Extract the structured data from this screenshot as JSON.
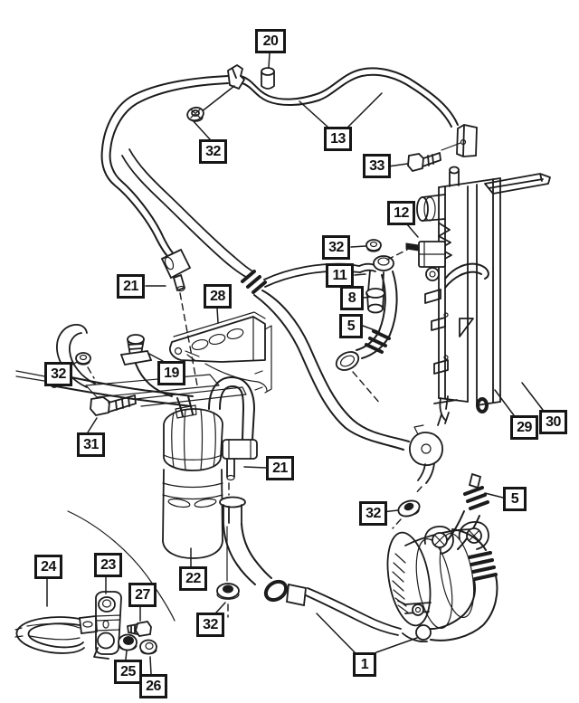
{
  "figure": {
    "type": "exploded-parts-diagram",
    "background_color": "#ffffff",
    "line_color": "#1c1c1c",
    "callout_box_border_color": "#161616",
    "callouts": [
      {
        "name": "callout-20",
        "label": "20"
      },
      {
        "name": "callout-32a",
        "label": "32"
      },
      {
        "name": "callout-13",
        "label": "13"
      },
      {
        "name": "callout-33",
        "label": "33"
      },
      {
        "name": "callout-12",
        "label": "12"
      },
      {
        "name": "callout-32b",
        "label": "32"
      },
      {
        "name": "callout-11",
        "label": "11"
      },
      {
        "name": "callout-8",
        "label": "8"
      },
      {
        "name": "callout-5a",
        "label": "5"
      },
      {
        "name": "callout-21a",
        "label": "21"
      },
      {
        "name": "callout-28",
        "label": "28"
      },
      {
        "name": "callout-32c",
        "label": "32"
      },
      {
        "name": "callout-19",
        "label": "19"
      },
      {
        "name": "callout-31",
        "label": "31"
      },
      {
        "name": "callout-21b",
        "label": "21"
      },
      {
        "name": "callout-22",
        "label": "22"
      },
      {
        "name": "callout-24",
        "label": "24"
      },
      {
        "name": "callout-23",
        "label": "23"
      },
      {
        "name": "callout-27",
        "label": "27"
      },
      {
        "name": "callout-25",
        "label": "25"
      },
      {
        "name": "callout-26",
        "label": "26"
      },
      {
        "name": "callout-32d",
        "label": "32"
      },
      {
        "name": "callout-29",
        "label": "29"
      },
      {
        "name": "callout-30",
        "label": "30"
      },
      {
        "name": "callout-5b",
        "label": "5"
      },
      {
        "name": "callout-32e",
        "label": "32"
      },
      {
        "name": "callout-1",
        "label": "1"
      }
    ]
  }
}
